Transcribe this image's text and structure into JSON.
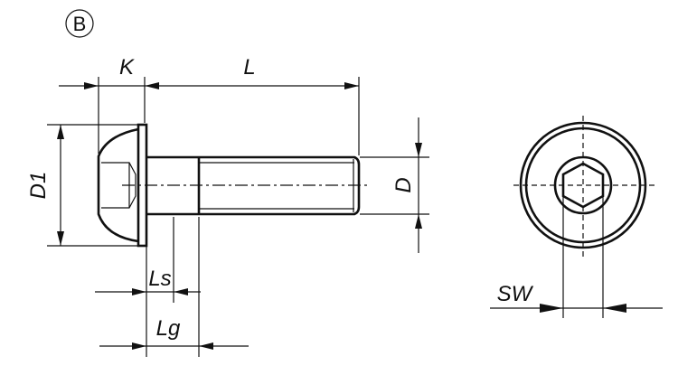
{
  "variant_label": "B",
  "dimensions": {
    "head_height": "K",
    "length": "L",
    "head_diameter": "D1",
    "thread_diameter": "D",
    "shank_length_ls": "Ls",
    "shank_length_lg": "Lg",
    "wrench_size": "SW"
  },
  "colors": {
    "line": "#111111",
    "background": "#ffffff"
  }
}
